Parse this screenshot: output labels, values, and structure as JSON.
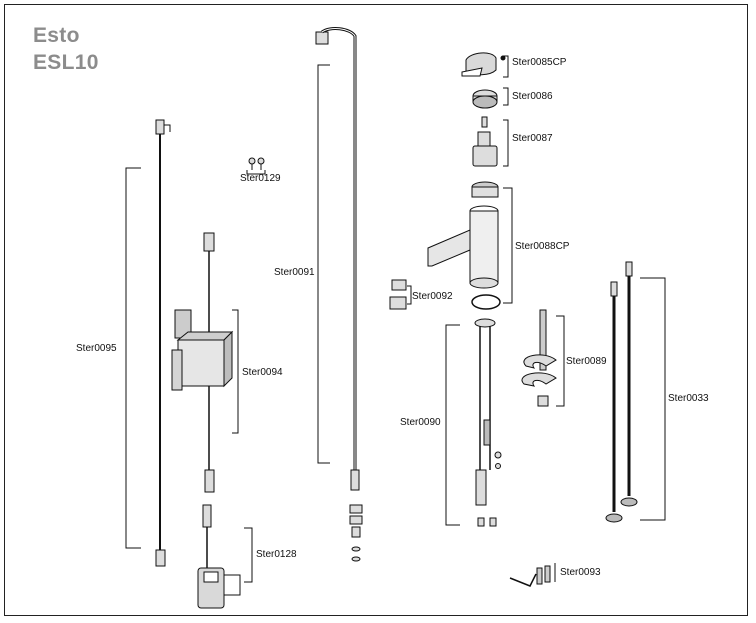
{
  "title": {
    "brand": "Esto",
    "model": "ESL10"
  },
  "parts": [
    {
      "code": "Ster0085CP"
    },
    {
      "code": "Ster0086"
    },
    {
      "code": "Ster0087"
    },
    {
      "code": "Ster0088CP"
    },
    {
      "code": "Ster0092"
    },
    {
      "code": "Ster0089"
    },
    {
      "code": "Ster0033"
    },
    {
      "code": "Ster0090"
    },
    {
      "code": "Ster0093"
    },
    {
      "code": "Ster0091"
    },
    {
      "code": "Ster0095"
    },
    {
      "code": "Ster0094"
    },
    {
      "code": "Ster0129"
    },
    {
      "code": "Ster0128"
    }
  ],
  "colors": {
    "stroke": "#111111",
    "title": "#8c8c8c",
    "part_fill": "#d9d9d9"
  }
}
